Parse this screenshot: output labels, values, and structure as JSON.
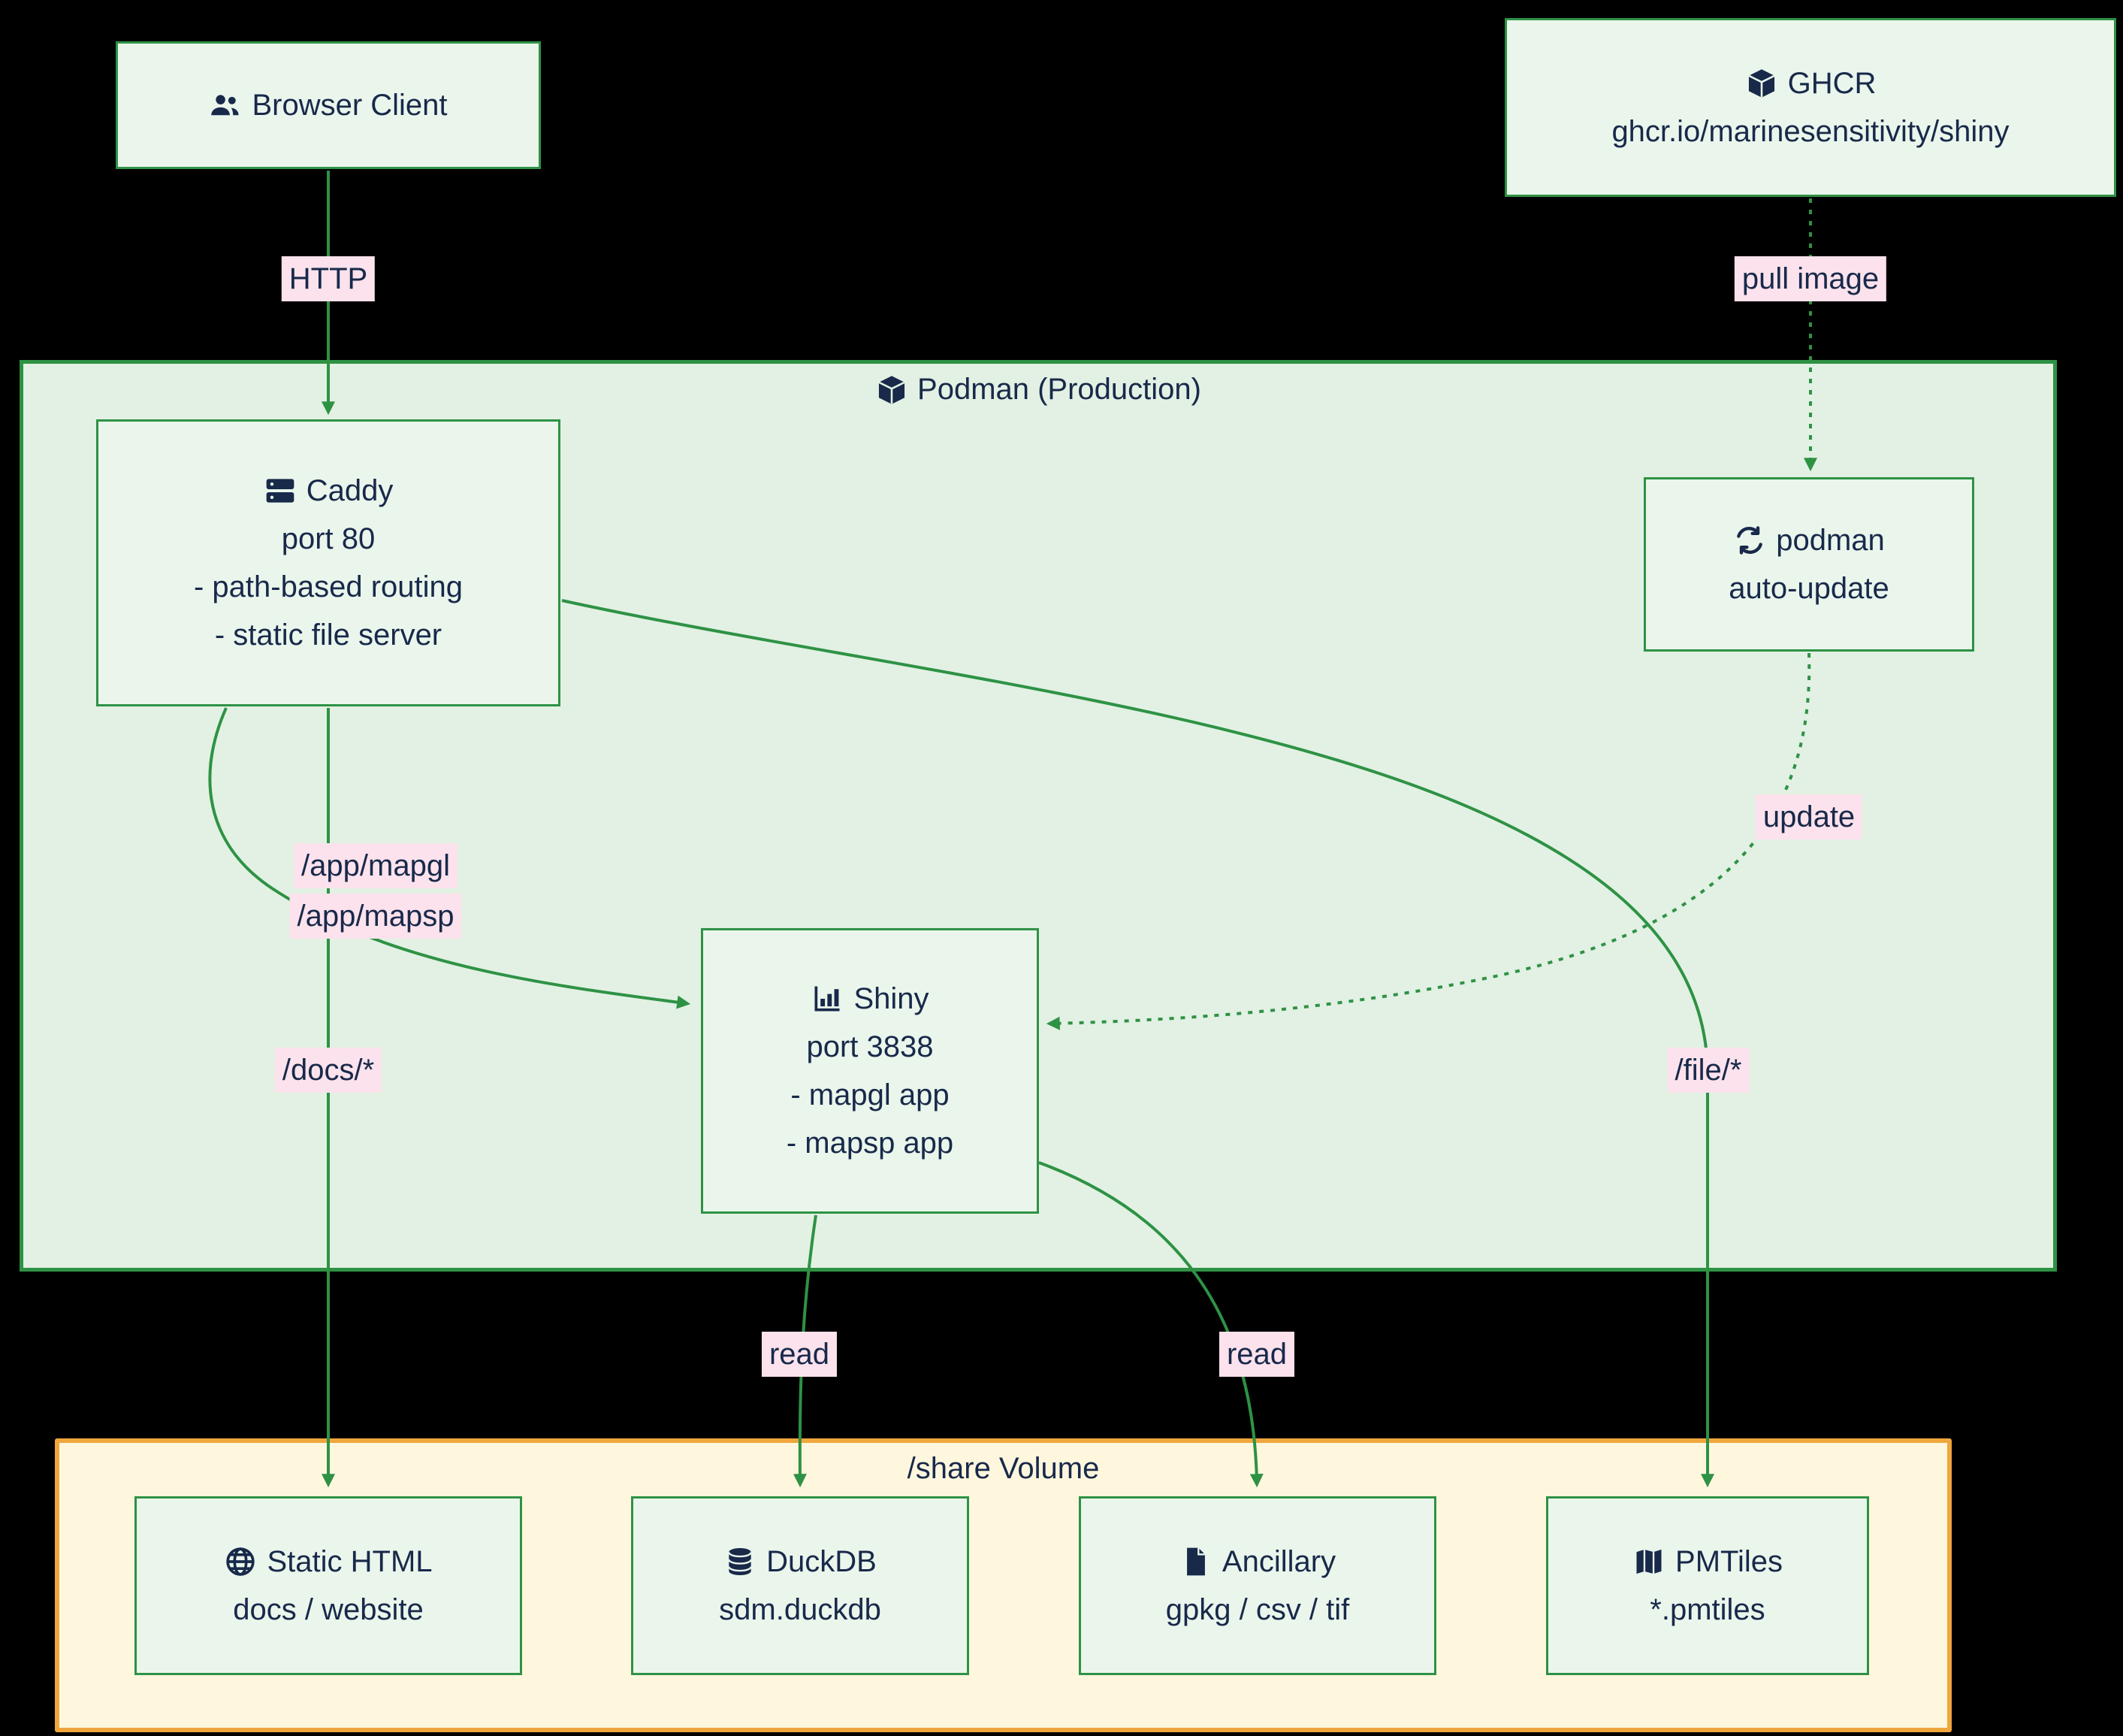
{
  "colors": {
    "background": "#000000",
    "edge_green": "#2e9245",
    "node_border": "#2e9245",
    "node_fill": "#eaf6ec",
    "podman_container_fill": "#e2f1e3",
    "volume_container_fill": "#fff7dd",
    "volume_border_orange": "#f0a63c",
    "text_navy": "#18294a",
    "edge_label_bg_pink": "#fbe2ec"
  },
  "containers": {
    "podman": {
      "title": "Podman (Production)",
      "icon": "package-icon"
    },
    "volume": {
      "title": "/share Volume"
    }
  },
  "nodes": {
    "browser": {
      "title": "Browser Client",
      "icon": "users-icon"
    },
    "ghcr": {
      "title": "GHCR",
      "lines": [
        "ghcr.io/marinesensitivity/shiny"
      ],
      "icon": "package-icon"
    },
    "caddy": {
      "title": "Caddy",
      "lines": [
        "port 80",
        "- path-based routing",
        "- static file server"
      ],
      "icon": "server-icon"
    },
    "autoupdate": {
      "title": "podman",
      "lines": [
        "auto-update"
      ],
      "icon": "sync-icon"
    },
    "shiny": {
      "title": "Shiny",
      "lines": [
        "port 3838",
        "- mapgl app",
        "- mapsp app"
      ],
      "icon": "chart-icon"
    },
    "static_html": {
      "title": "Static HTML",
      "lines": [
        "docs / website"
      ],
      "icon": "globe-icon"
    },
    "duckdb": {
      "title": "DuckDB",
      "lines": [
        "sdm.duckdb"
      ],
      "icon": "database-icon"
    },
    "ancillary": {
      "title": "Ancillary",
      "lines": [
        "gpkg / csv / tif"
      ],
      "icon": "file-icon"
    },
    "pmtiles": {
      "title": "PMTiles",
      "lines": [
        "*.pmtiles"
      ],
      "icon": "map-icon"
    }
  },
  "edge_labels": {
    "http": "HTTP",
    "pull_image": "pull image",
    "app_mapgl": "/app/mapgl",
    "app_mapsp": "/app/mapsp",
    "docs": "/docs/*",
    "update": "update",
    "file": "/file/*",
    "read_duckdb": "read",
    "read_ancillary": "read"
  }
}
